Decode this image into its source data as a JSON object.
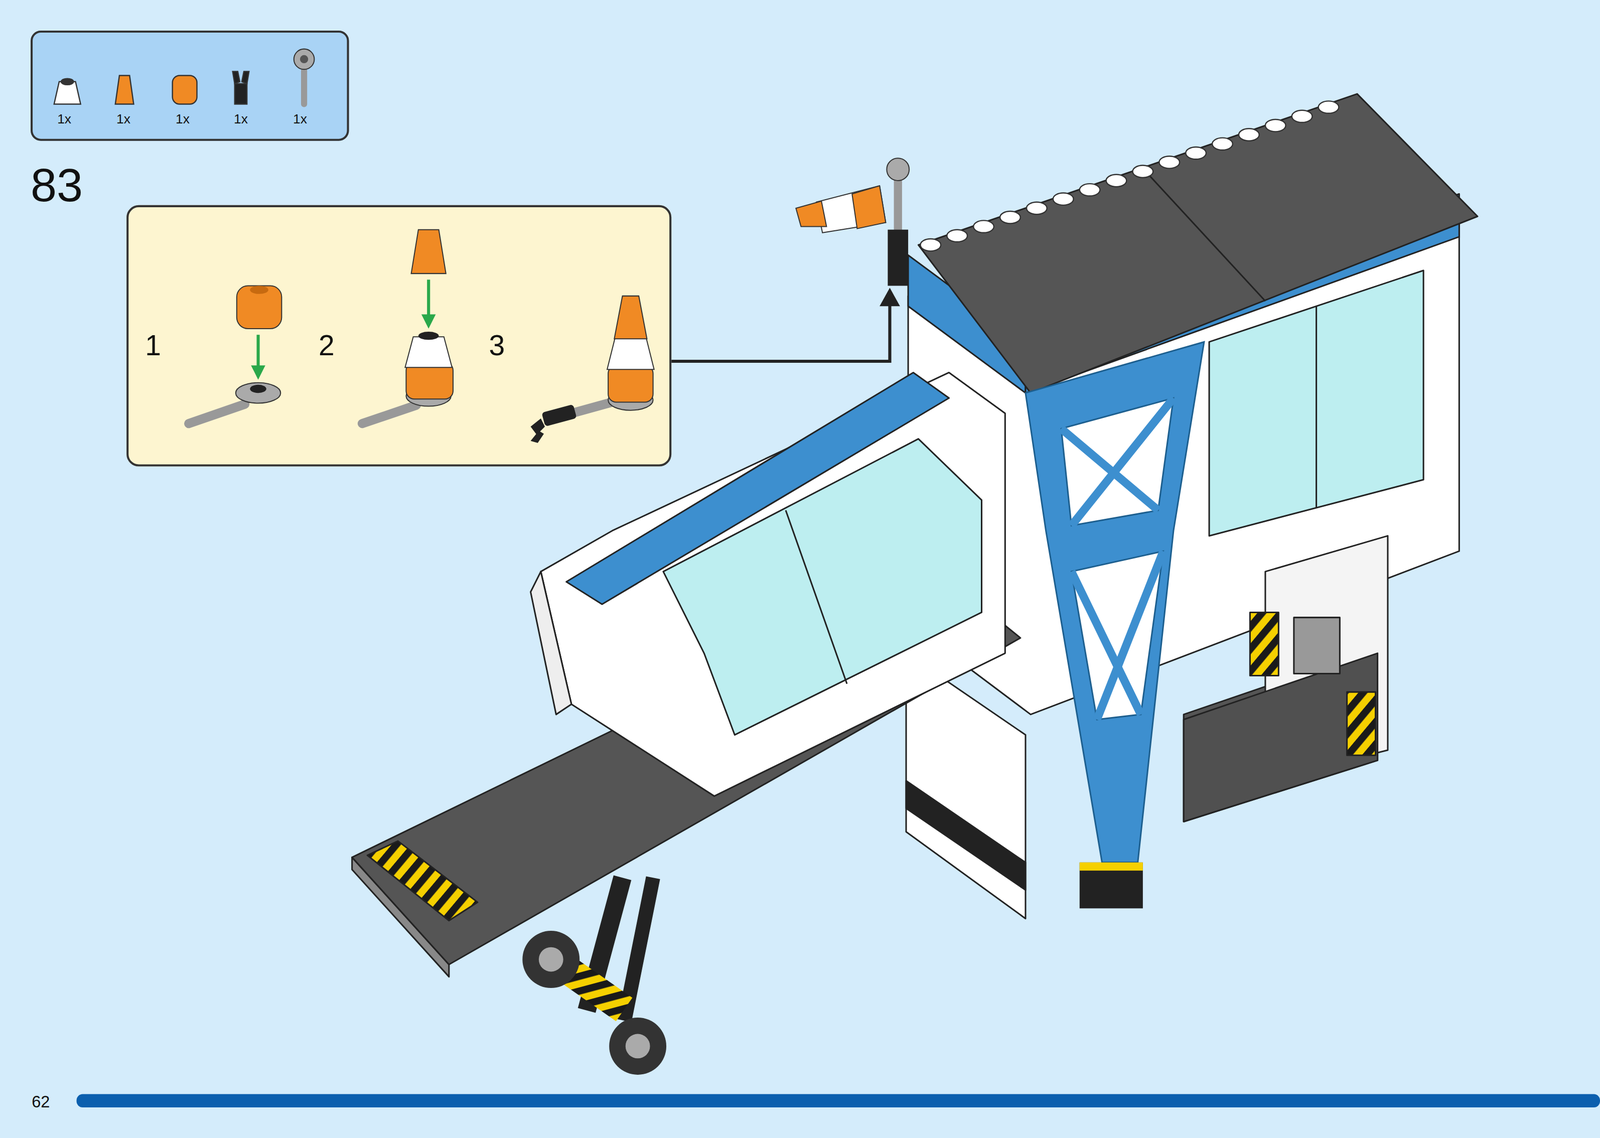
{
  "diagram": {
    "nodes": [
      {
        "text": [
          "1x",
          "1x",
          "1x",
          "1x",
          "1x"
        ]
      },
      {
        "text": [
          "1",
          "2",
          "3"
        ]
      }
    ],
    "labels": [
      "83",
      "62"
    ]
  }
}
